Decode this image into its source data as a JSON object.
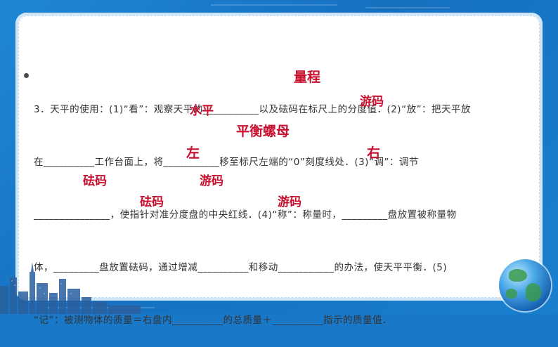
{
  "question": {
    "lines": [
      "3．天平的使用：(1)“看”：观察天平的___________以及砝码在标尺上的分度值．(2)“放”：把天平放",
      "在__________工作台面上，将___________移至标尺左端的“0”刻度线处．(3)“调”：调节",
      "_______________，使指针对准分度盘的中央红线．(4)“称”：称量时，_________盘放置被称量物",
      "体，_________盘放置砝码，通过增减__________和移动___________的办法，使天平平衡．(5)",
      "“记”：被测物体的质量＝右盘内__________的总质量＋__________指示的质量值．"
    ]
  },
  "answers": {
    "liangcheng": "量程",
    "youma_1": "游码",
    "shuiping": "水平",
    "pinghengluomu": "平衡螺母",
    "zuo": "左",
    "you": "右",
    "fama_1": "砝码",
    "youma_2": "游码",
    "fama_2": "砝码",
    "youma_3": "游码"
  },
  "colors": {
    "frame": "#1a78c8",
    "card": "#ffffff",
    "answer": "#c8102e",
    "text": "#333333"
  },
  "icons": {
    "globe": "globe-icon",
    "skyline": "city-skyline-icon"
  }
}
